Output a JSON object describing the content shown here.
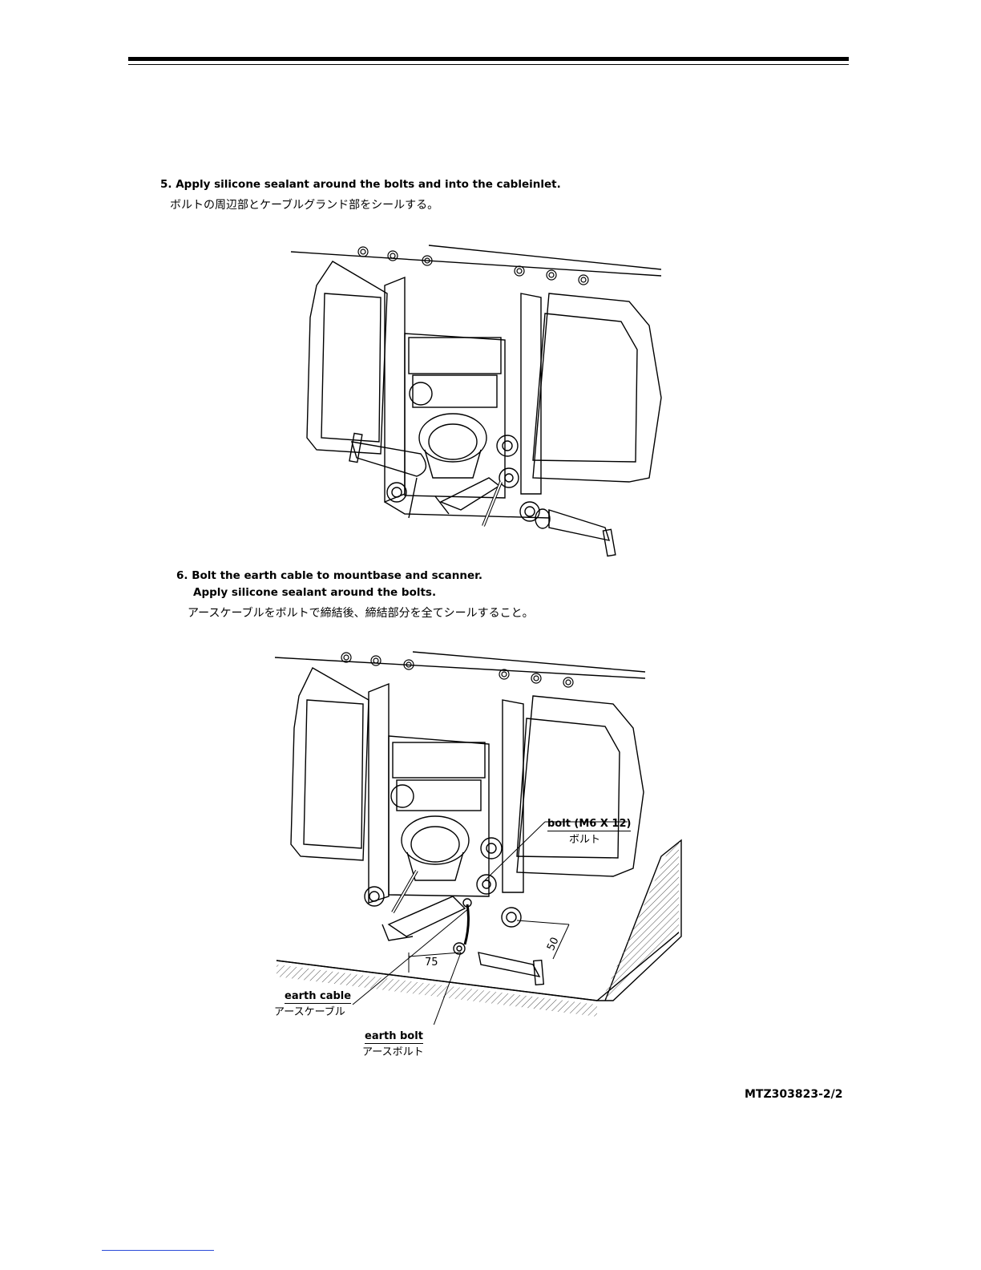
{
  "step5": {
    "en": "5. Apply silicone sealant around the bolts and into the cableinlet.",
    "jp": "ボルトの周辺部とケーブルグランド部をシールする。"
  },
  "step6": {
    "en1": "6. Bolt the earth cable to mountbase and scanner.",
    "en2": "Apply silicone sealant around the bolts.",
    "jp": "アースケーブルをボルトで締結後、締結部分を全てシールすること。"
  },
  "figure2": {
    "bolt_en": "bolt (M6 X 12)",
    "bolt_jp": "ボルト",
    "cable_en": "earth cable",
    "cable_jp": "アースケーブル",
    "earthbolt_en": "earth bolt",
    "earthbolt_jp": "アースボルト",
    "dim_75": "75",
    "dim_50": "50"
  },
  "doc_id": "MTZ303823-2/2"
}
